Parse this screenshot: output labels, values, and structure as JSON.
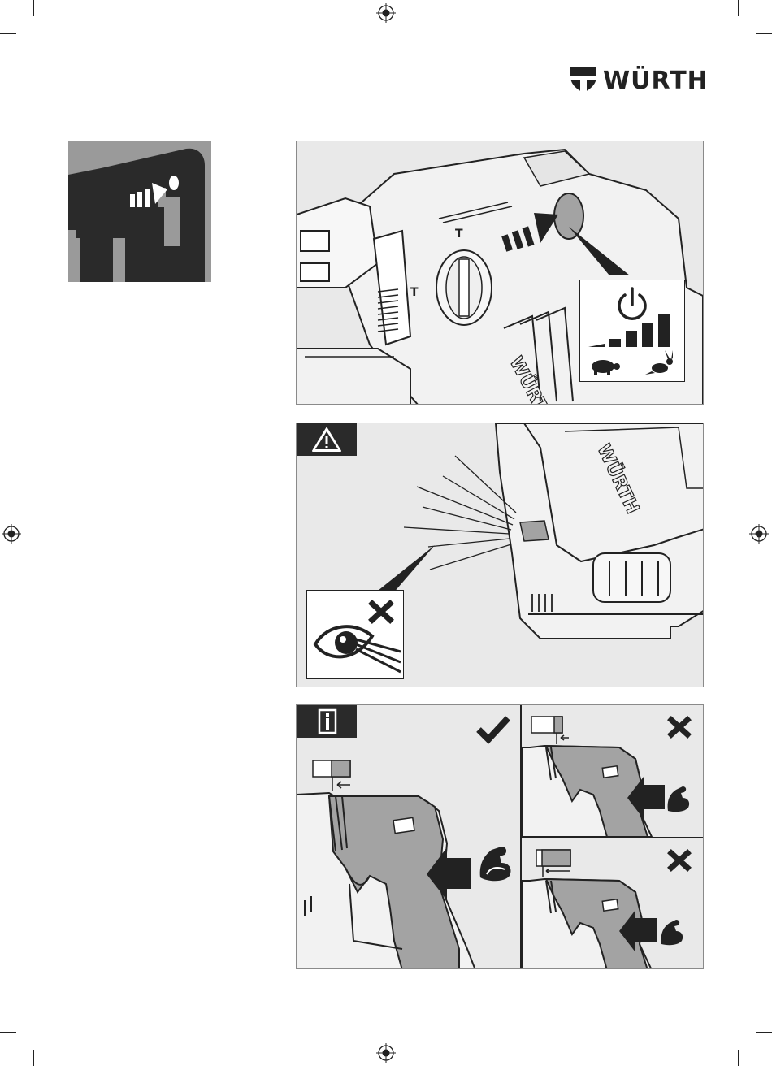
{
  "brand": {
    "name": "WÜRTH",
    "body_mark": "WÜRTH"
  },
  "colors": {
    "ink": "#222222",
    "panel_bg": "#e9e9e9",
    "panel_border": "#8a8a8a",
    "thumb_bg": "#9a9a9a",
    "tool_grey": "#a3a3a3"
  },
  "thumbnail": {
    "icon": "drill-switch-pictogram"
  },
  "panel_speed": {
    "icons": [
      "power-icon",
      "speed-bars-icon",
      "turtle-icon",
      "rabbit-icon"
    ],
    "speed_levels": 5,
    "mode_marks": [
      "T",
      "T"
    ]
  },
  "panel_warning": {
    "icons": [
      "warning-triangle-icon",
      "eye-icon",
      "prohibited-x-icon"
    ]
  },
  "panel_info": {
    "icons": [
      "info-icon",
      "check-icon",
      "cross-icon",
      "cross-icon",
      "muscle-arm-icon"
    ]
  }
}
